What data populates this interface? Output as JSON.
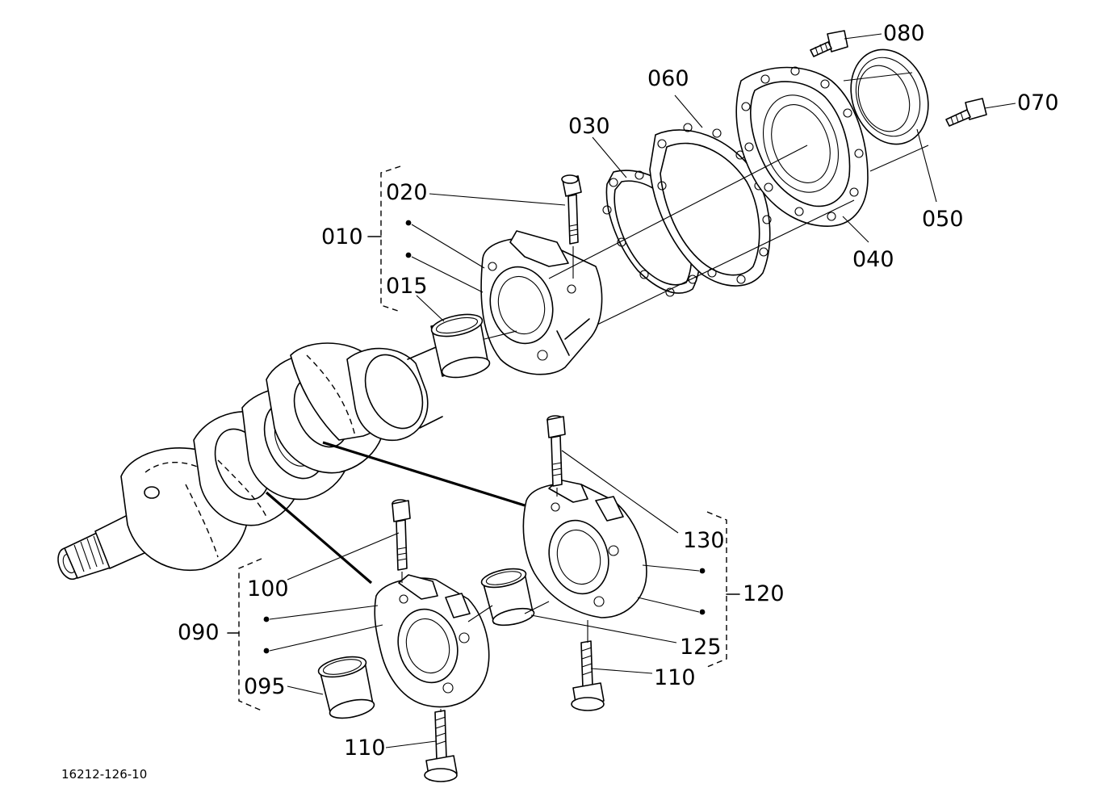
{
  "drawing_number": "16212-126-10",
  "callouts": {
    "c010": "010",
    "c015": "015",
    "c020": "020",
    "c030": "030",
    "c040": "040",
    "c050": "050",
    "c060": "060",
    "c070": "070",
    "c080": "080",
    "c090": "090",
    "c095": "095",
    "c100": "100",
    "c110a": "110",
    "c110b": "110",
    "c120": "120",
    "c125": "125",
    "c130": "130"
  }
}
